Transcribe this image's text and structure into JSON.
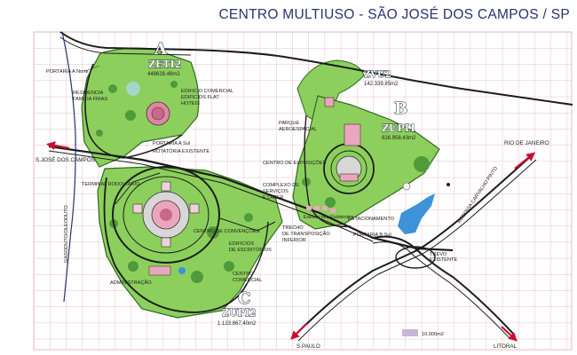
{
  "header": {
    "title": "CENTRO MULTIUSO - SÃO JOSÉ DOS CAMPOS / SP"
  },
  "zones": {
    "a": {
      "letter": "A",
      "code": "ZETI2",
      "area": "448628,48m2"
    },
    "b": {
      "letter": "B",
      "code": "ZUPI1",
      "area": "626.958,43m2"
    },
    "c": {
      "letter": "C",
      "code": "ZUPI2",
      "area": "1.123.867,40m2"
    },
    "zvu2": {
      "code": "ZVU2",
      "area": "142.339,85m2"
    }
  },
  "labels": {
    "portaria_a_norte": "PORTARIA A Norte",
    "residencia_1": "RESIDENCIA",
    "residencia_2": "FAMILIA FRIAS",
    "edificio_comercial_1": "EDIFICIO COMERCIAL",
    "edificio_comercial_2": "EDIFICIOS FLAT",
    "edificio_comercial_3": "HOTEIS",
    "portaria_a_sul": "PORTARIA A Sul",
    "rotatoria": "ROTATÓRIA EXISTENTE",
    "terminal": "TERMINAL RODOVIÁRIO",
    "gasoduto": "GASODUTO/OLEODUTO",
    "centro_convencoes": "CENTRO DE CONVENÇÕES",
    "edificios_escritorios_1": "EDIFICIOS",
    "edificios_escritorios_2": "DE ESCRITÓRIOS",
    "administracao": "ADMINISTRAÇÃO",
    "centro_comercial_1": "CENTRO",
    "centro_comercial_2": "COMERCIAL",
    "parque_1": "PARQUE",
    "parque_2": "AEROESPACIAL",
    "centro_exposicoes": "CENTRO DE EXPOSIÇÕES",
    "complexo_1": "COMPLEXO DE",
    "complexo_2": "SERVIÇOS",
    "complexo_3": "E LAZER",
    "edificacoes": "Edificações Existentes",
    "estacionamento": "ESTACIONAMENTO",
    "trecho_1": "TRECHO",
    "trecho_2": "DE TRANSPOSIÇÃO",
    "trecho_3": "INFERIOR",
    "portaria_b_sul": "PORTARIA B Sul",
    "trevo_1": "TREVO",
    "trevo_2": "EXISTENTE",
    "rodovia": "RODOVIA CARVALHO PINTO"
  },
  "cities": {
    "sjc": "S.JOSÉ DOS CAMPOS",
    "rio": "RIO DE JANEIRO",
    "sp": "S.PAULO",
    "litoral": "LITORAL"
  },
  "legend": {
    "scale": "10.000m2"
  },
  "colors": {
    "grid": "#e4a8b2",
    "green": "#8ccf5c",
    "green_dark": "#4f9a3a",
    "road": "#1c1c1c",
    "red_arrow": "#c8102e",
    "water": "#3d92d8",
    "title": "#2a3170"
  }
}
